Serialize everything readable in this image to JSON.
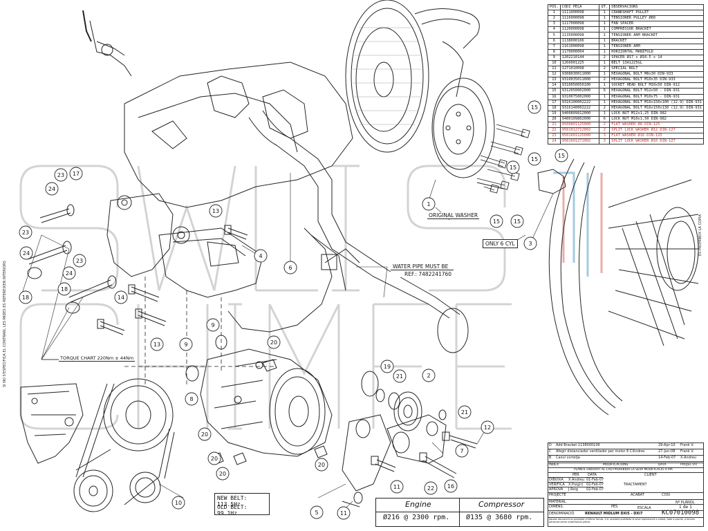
{
  "parts_table": {
    "headers": {
      "pos": "POS.",
      "code": "CODI PEÇA",
      "qt": "QT.",
      "obs": "OBSERVACIONS"
    },
    "rows": [
      {
        "pos": "1",
        "code": "1111000098",
        "qt": "1",
        "obs": "CRANKSHAFT PULLET"
      },
      {
        "pos": "2",
        "code": "1116000098",
        "qt": "1",
        "obs": "TENSIONER PULLEY Ø80"
      },
      {
        "pos": "3",
        "code": "1117000098",
        "qt": "1",
        "obs": "FAN SPACER"
      },
      {
        "pos": "4",
        "code": "1120000098",
        "qt": "1",
        "obs": "COMPRESSOR BRACKET"
      },
      {
        "pos": "5",
        "code": "1135000098",
        "qt": "1",
        "obs": "TENSIONER ARM BRACKET"
      },
      {
        "pos": "6",
        "code": "1138000106",
        "qt": "1",
        "obs": "BRACKET"
      },
      {
        "pos": "7",
        "code": "1161000098",
        "qt": "1",
        "obs": "TENSIONER ARM"
      },
      {
        "pos": "8",
        "code": "1170000004",
        "qt": "1",
        "obs": "HORIZONTAL MANIFOLD"
      },
      {
        "pos": "9",
        "code": "1202210144",
        "qt": "2",
        "obs": "SPACER Ø17 x Ø10.5 x 14"
      },
      {
        "pos": "10",
        "code": "1266001225",
        "qt": "1",
        "obs": "BELT 13A1225GL"
      },
      {
        "pos": "11",
        "code": "1271010098",
        "qt": "2",
        "obs": "SPECIAL BOLT"
      },
      {
        "pos": "12",
        "code": "9308030011000",
        "qt": "1",
        "obs": "HEXAGONAL BOLT M8x30 DIN-933"
      },
      {
        "pos": "13",
        "code": "9310035011000",
        "qt": "2",
        "obs": "HEXAGONAL BOLT M10x35 DIN-933"
      },
      {
        "pos": "14",
        "code": "9310050050100",
        "qt": "1",
        "obs": "SOCKET HEAD BOLT M10x50 DIN-912"
      },
      {
        "pos": "15",
        "code": "9312050002000",
        "qt": "6",
        "obs": "HEXAGONAL BOLT M12x50 - DIN-931"
      },
      {
        "pos": "16",
        "code": "9310075002000",
        "qt": "1",
        "obs": "HEXAGONAL BOLT M10x75 - DIN-931"
      },
      {
        "pos": "17",
        "code": "9316100002222",
        "qt": "1",
        "obs": "HEXAGONAL BOLT M16x150x100 (12.9) DIN-931"
      },
      {
        "pos": "18",
        "code": "9316140002222",
        "qt": "2",
        "obs": "HEXAGONAL BOLT M16x150x130 (12.9) DIN-931"
      },
      {
        "pos": "19",
        "code": "9400809812000",
        "qt": "1",
        "obs": "LOCK NUT M12x1,25 DIN-982"
      },
      {
        "pos": "20",
        "code": "9400109802000",
        "qt": "6",
        "obs": "LOCK NUT M10x1,50 DIN-982"
      },
      {
        "pos": "21",
        "code": "9500801125000",
        "qt": "2",
        "obs": "FLAT WASHER Ø8 DIN-125"
      },
      {
        "pos": "22",
        "code": "9501012712002",
        "qt": "2",
        "obs": "SPLIT LOCK WASHER Ø12 DIN-127"
      },
      {
        "pos": "23",
        "code": "9501601125000",
        "qt": "3",
        "obs": "FLAT WASHER Ø16 DIN-125"
      },
      {
        "pos": "24",
        "code": "9501601271002",
        "qt": "3",
        "obs": "SPLIT LOCK WASHER Ø16 DIN-127"
      }
    ]
  },
  "labels": {
    "original_washer": "ORIGINAL WASHER",
    "only_6_cyl": "ONLY 6 CYL",
    "water_pipe_line1": "WATER PIPE MUST BE",
    "water_pipe_line2": "REF.: 7482241760",
    "torque_chart": "TORQUE CHART 220Nm ± 44Nm",
    "new_belt": "NEW BELT: 113.5Hz",
    "old_belt": "OLD BELT: 99.1Hz"
  },
  "speed_table": {
    "engine_header": "Engine",
    "compressor_header": "Compressor",
    "engine_value": "Ø216 @ 2300 rpm.",
    "compressor_value": "Ø135 @ 3680 rpm."
  },
  "title_block": {
    "rev_rows": [
      {
        "n": "D",
        "text": "Add Bracket 1138000106",
        "date": "29-Apr-10",
        "who": "Frank V."
      },
      {
        "n": "C",
        "text": "Afegir distanciador ventilador per motor 6 Cilindres",
        "date": "27-Jun-08",
        "who": "Frank V."
      },
      {
        "n": "B",
        "text": "Canvi corretja",
        "date": "14-Feb-07",
        "who": "X.Andreu"
      }
    ],
    "rev_header": {
      "n": "ÍNDEX",
      "text": "MODIFICACIONS",
      "date": "DATA",
      "who": "PROJECTAT"
    },
    "note": "PLÀNOL DIBUIXAT AL CAD PROHIBIDA LA SEVA MODIFICACIÓ A MÀ",
    "client": "CLIENT",
    "per": "PER",
    "data": "DATA",
    "rows": [
      {
        "k": "DIBUIXA",
        "per": "X.Andreu",
        "data": "01-Feb-07"
      },
      {
        "k": "VERIFICA",
        "per": "X.Puig(r)",
        "data": "02-Feb-07"
      },
      {
        "k": "APROVA",
        "per": "J.Roig",
        "data": "02-Feb-07"
      }
    ],
    "tractament": "TRACTAMENT",
    "projecte": "PROJECTE",
    "acabat": "ACABAT",
    "cosi": "COSI",
    "material": "MATERIAL",
    "dimensions": "DIMENS.",
    "pes": "PES",
    "escala": "ESCALA",
    "plano": "Nº PLÀNOL",
    "sheet": "1 de 1",
    "denominacio": "DENOMINACIÓ",
    "title": "RENAULT MIDLUM DXi5 - DXi7",
    "drawing_no": "KC07010098",
    "footer": "Aquest document es propietat d'Ultima Tomas, S.A. quedant prohibida la seva reproducció o cessió, total o parcial, a tercers persones sense autorització prèvia."
  },
  "side_note": "SI NO S'ESPECIFICA EL CONTRARI, LES MIDES ES REFEREIXEN INTERIORS",
  "right_note": "ES PROHIBEIX LA COPIA",
  "callouts": [
    "1",
    "2",
    "3",
    "4",
    "5",
    "6",
    "7",
    "8",
    "9",
    "10",
    "11",
    "12",
    "13",
    "14",
    "15",
    "16",
    "17",
    "18",
    "19",
    "20",
    "21",
    "22",
    "23",
    "24"
  ],
  "colors": {
    "line": "#222222",
    "watermark": "#cfcfcf",
    "accent_blue": "#7fb4d8",
    "accent_red": "#e08a8a"
  }
}
